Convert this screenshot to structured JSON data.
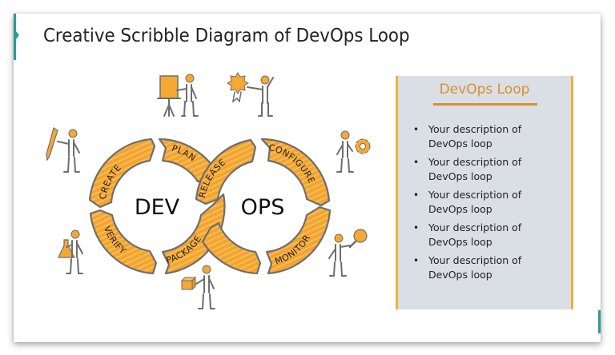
{
  "slide": {
    "title": "Creative Scribble Diagram of DevOps Loop",
    "accent_color": "#2a9d96"
  },
  "diagram": {
    "fill_color": "#f5a833",
    "stroke_color": "#6e6e6e",
    "dev_loop": {
      "center_label": "DEV",
      "segments": [
        "CREATE",
        "PLAN",
        "PACKAGE",
        "VERIFY"
      ]
    },
    "ops_loop": {
      "center_label": "OPS",
      "segments": [
        "RELEASE",
        "CONFIGURE",
        "MONITOR"
      ]
    },
    "figures": [
      {
        "name": "presenter-with-flipchart",
        "icon": "flipchart-icon"
      },
      {
        "name": "person-with-award",
        "icon": "award-ribbon-icon"
      },
      {
        "name": "person-with-pencil",
        "icon": "pencil-icon"
      },
      {
        "name": "person-with-flask",
        "icon": "flask-icon"
      },
      {
        "name": "person-with-box",
        "icon": "box-icon"
      },
      {
        "name": "person-with-gear",
        "icon": "gear-icon"
      },
      {
        "name": "person-with-magnifier",
        "icon": "magnifier-icon"
      }
    ]
  },
  "panel": {
    "title": "DevOps Loop",
    "accent_color": "#f2b037",
    "items": [
      {
        "line1": "Your description of",
        "line2": "DevOps loop"
      },
      {
        "line1": "Your description of",
        "line2": "DevOps loop"
      },
      {
        "line1": "Your description of",
        "line2": "DevOps loop"
      },
      {
        "line1": "Your description of",
        "line2": "DevOps loop"
      },
      {
        "line1": "Your description of",
        "line2": "DevOps loop"
      }
    ]
  }
}
